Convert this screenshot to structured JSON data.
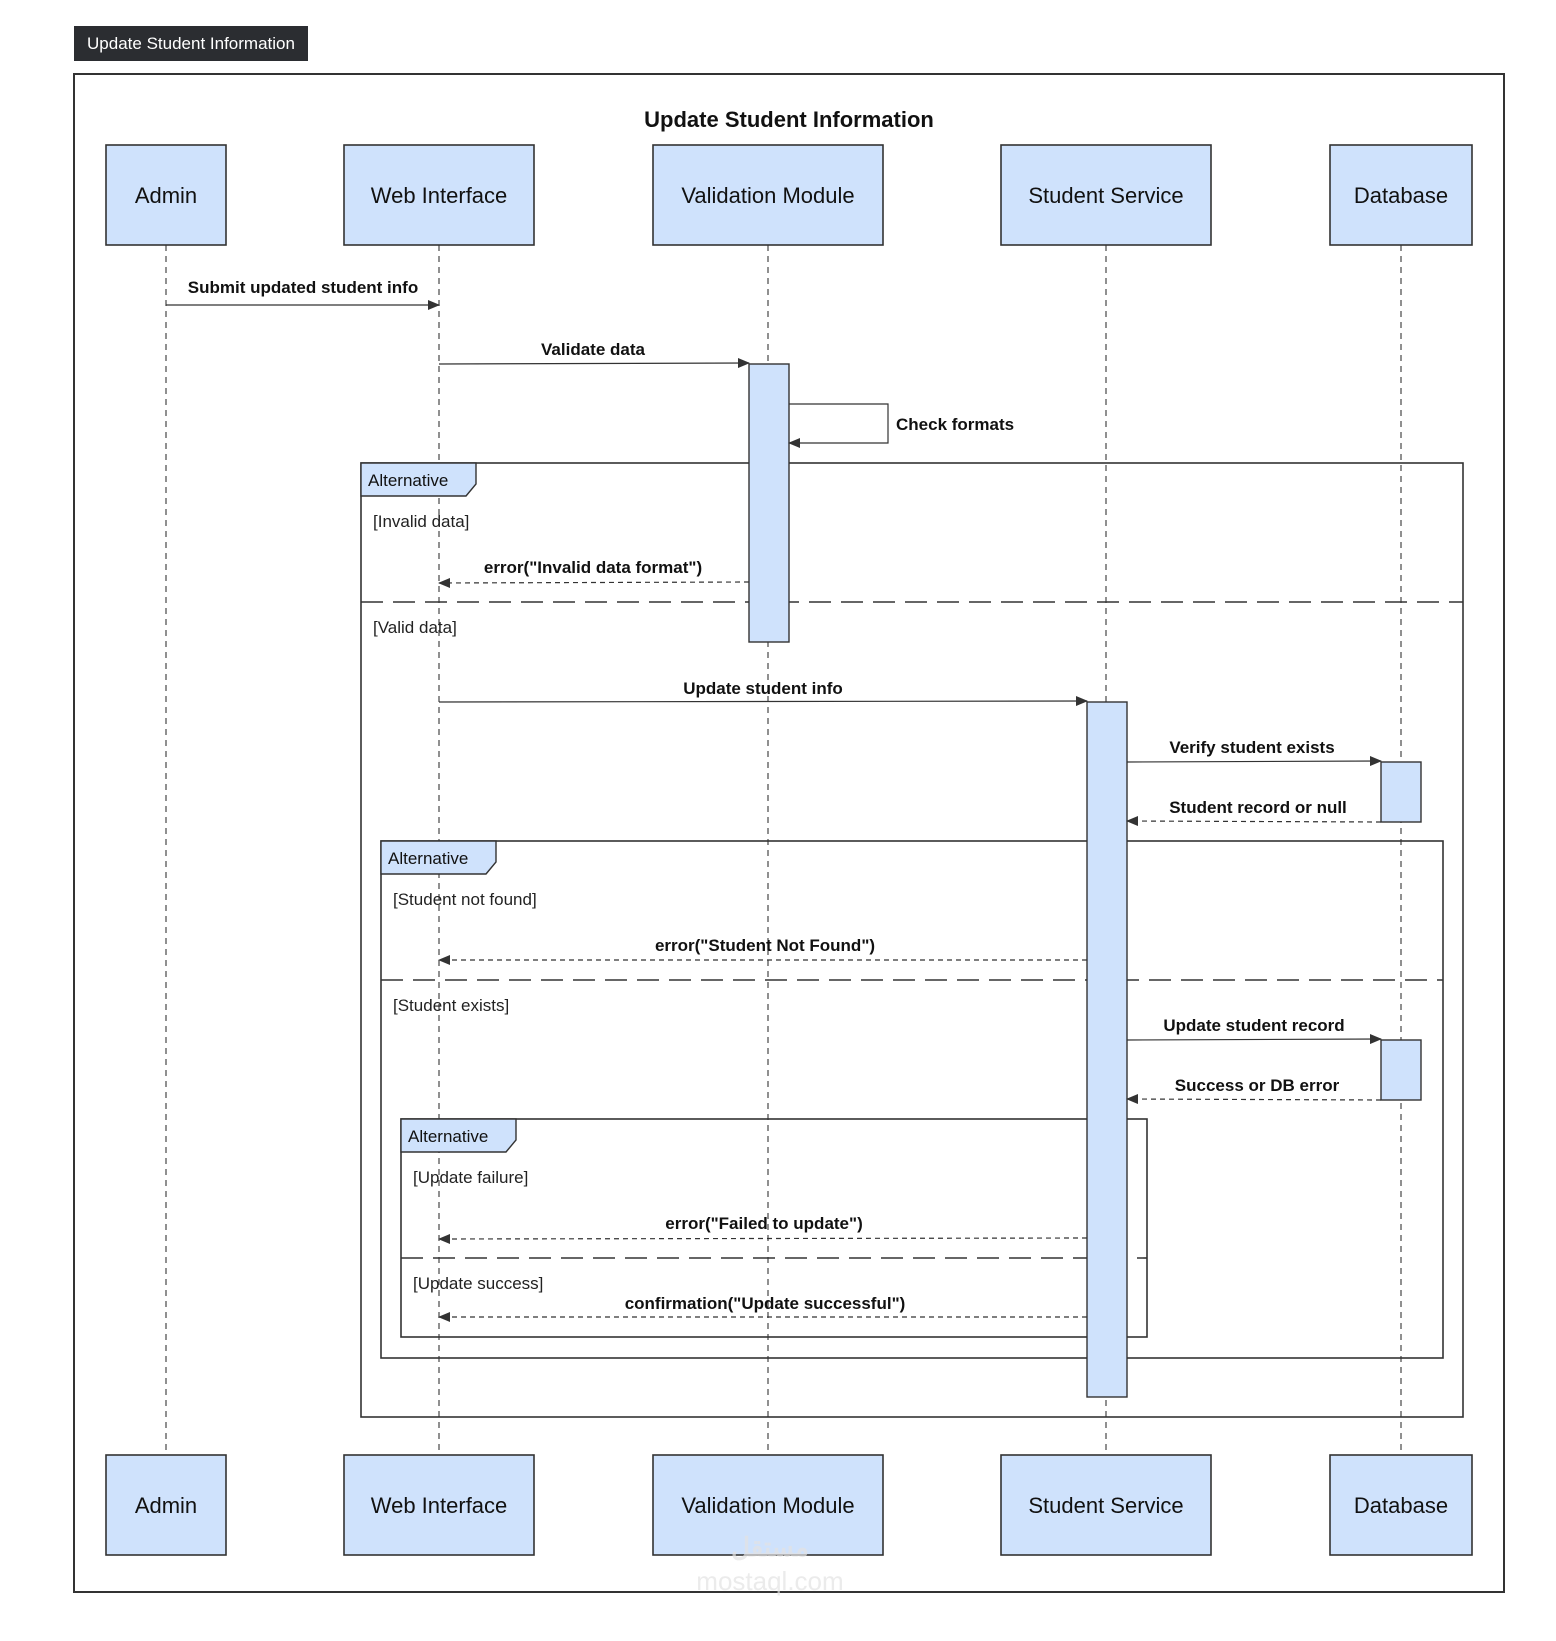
{
  "tab_label": "Update Student Information",
  "diagram": {
    "title": "Update Student Information",
    "participants": {
      "admin": "Admin",
      "web": "Web Interface",
      "validation": "Validation Module",
      "student_service": "Student Service",
      "database": "Database"
    },
    "messages": {
      "submit": "Submit updated student info",
      "validate": "Validate data",
      "check_formats": "Check formats",
      "error_invalid": "error(\"Invalid data format\")",
      "update_info": "Update student info",
      "verify_exists": "Verify student exists",
      "record_or_null": "Student record or null",
      "error_not_found": "error(\"Student Not Found\")",
      "update_record": "Update student record",
      "success_or_error": "Success or DB error",
      "error_failed": "error(\"Failed to update\")",
      "confirmation": "confirmation(\"Update successful\")"
    },
    "fragments": {
      "alt1": {
        "tag": "Alternative",
        "guard1": "[Invalid data]",
        "guard2": "[Valid data]"
      },
      "alt2": {
        "tag": "Alternative",
        "guard1": "[Student not found]",
        "guard2": "[Student exists]"
      },
      "alt3": {
        "tag": "Alternative",
        "guard1": "[Update failure]",
        "guard2": "[Update success]"
      }
    }
  },
  "watermark": {
    "arabic": "مستقل",
    "latin": "mostaql.com"
  }
}
